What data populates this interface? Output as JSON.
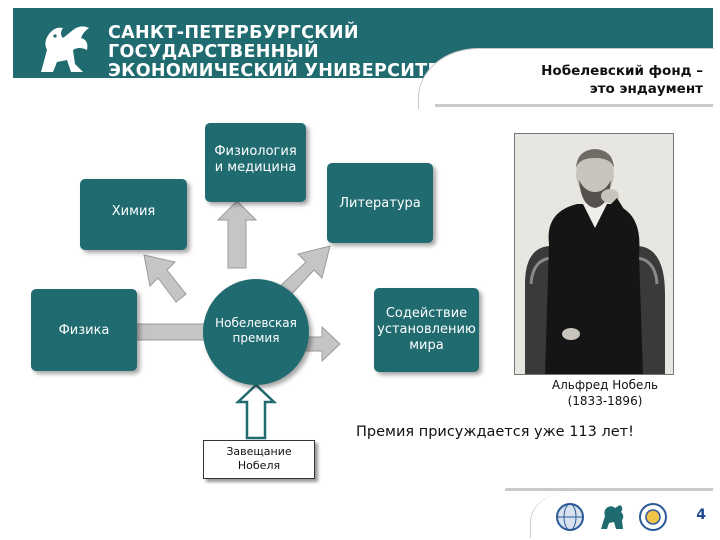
{
  "header": {
    "university_lines": [
      "САНКТ-ПЕТЕРБУРГСКИЙ",
      "ГОСУДАРСТВЕННЫЙ",
      "ЭКОНОМИЧЕСКИЙ УНИВЕРСИТЕТ"
    ],
    "slide_title_lines": [
      "Нобелевский фонд –",
      "это эндаумент"
    ]
  },
  "diagram": {
    "center": [
      "Нобелевская",
      "премия"
    ],
    "nodes": {
      "physiology": [
        "Физиология",
        "и медицина"
      ],
      "chemistry": [
        "Химия"
      ],
      "literature": [
        "Литература"
      ],
      "physics": [
        "Физика"
      ],
      "peace": [
        "Содействие",
        "установлению",
        "мира"
      ]
    },
    "will": [
      "Завещание",
      "Нобеля"
    ]
  },
  "portrait": {
    "caption_lines": [
      "Альфред Нобель",
      "(1833-1896)"
    ]
  },
  "award_text": "Премия присуждается уже 113 лет!",
  "page_number": "4",
  "colors": {
    "teal": "#1f6b70",
    "arrow_fill": "#c5c5c5"
  }
}
